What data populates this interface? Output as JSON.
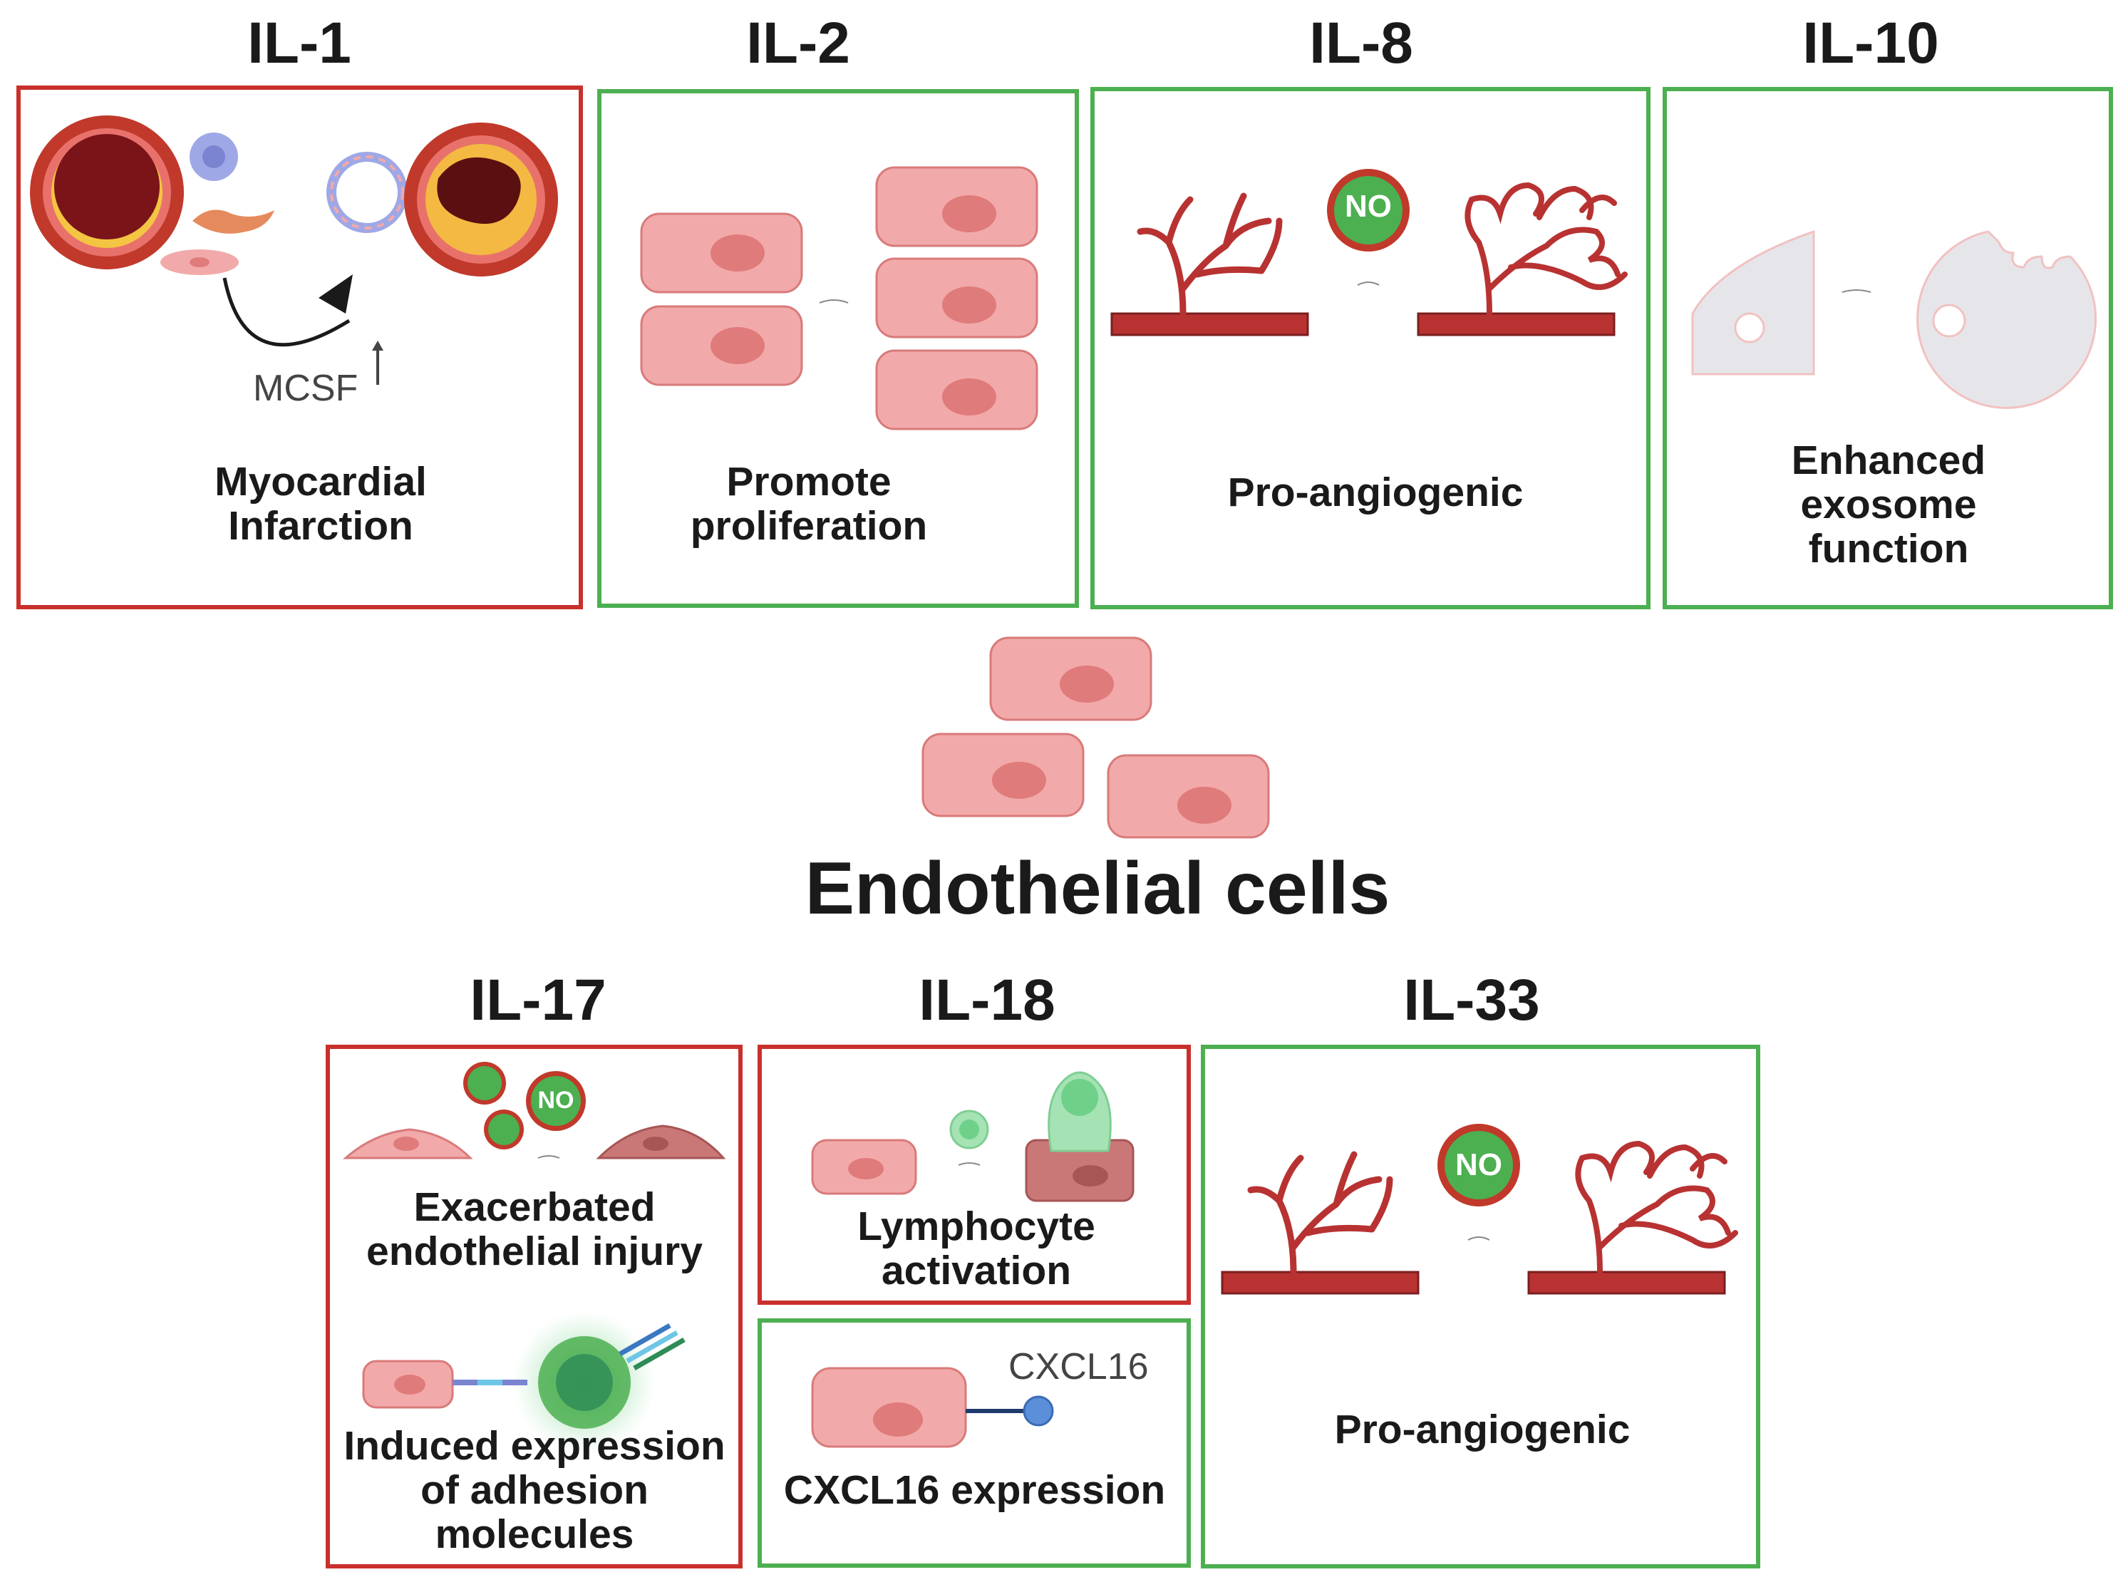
{
  "top": [
    {
      "title": "IL-1",
      "caption": "Myocardial\nInfarction",
      "label": "MCSF"
    },
    {
      "title": "IL-2",
      "caption": "Promote\nproliferation"
    },
    {
      "title": "IL-8",
      "caption": "Pro-angiogenic",
      "no": "NO"
    },
    {
      "title": "IL-10",
      "caption": "Enhanced\nexosome\nfunction"
    }
  ],
  "center": {
    "title": "Endothelial cells"
  },
  "bottom": [
    {
      "title": "IL-17",
      "no": "NO",
      "caption1": "Exacerbated\nendothelial injury",
      "caption2": "Induced expression\nof adhesion\nmolecules"
    },
    {
      "title": "IL-18",
      "caption1": "Lymphocyte\nactivation",
      "label": "CXCL16",
      "caption2": "CXCL16 expression"
    },
    {
      "title": "IL-33",
      "no": "NO",
      "caption": "Pro-angiogenic"
    }
  ],
  "colors": {
    "inhibit": "#c9302c",
    "promote": "#4caf50",
    "cell": "#f2a9a9",
    "vessel": "#b83232"
  }
}
